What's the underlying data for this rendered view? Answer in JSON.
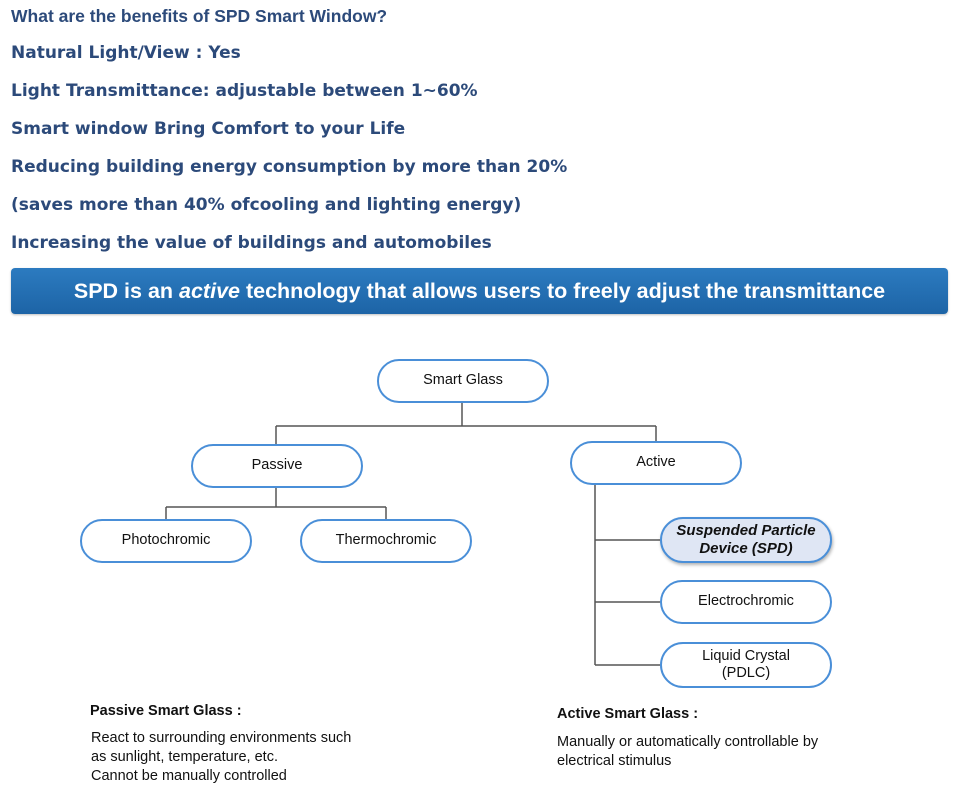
{
  "heading_lines": [
    "What are the benefits of SPD Smart Window?",
    "Natural Light/View : Yes",
    "Light Transmittance: adjustable between 1~60%",
    "Smart window Bring Comfort to your Life",
    "Reducing building energy consumption by more than 20%",
    "(saves more than 40% ofcooling and lighting energy)",
    "Increasing the value of buildings and automobiles"
  ],
  "banner": {
    "before": "SPD is an ",
    "emphasis": "active",
    "after": " technology that allows users to freely adjust the transmittance"
  },
  "diagram": {
    "root": "Smart Glass",
    "passive": "Passive",
    "active": "Active",
    "passive_children": [
      "Photochromic",
      "Thermochromic"
    ],
    "active_children": [
      "Suspended Particle\nDevice (SPD)",
      "Electrochromic",
      "Liquid Crystal\n(PDLC)"
    ]
  },
  "notes": {
    "passive_title": "Passive Smart Glass :",
    "passive_text": "React to surrounding environments such\nas sunlight, temperature, etc.\nCannot be manually controlled",
    "active_title": "Active Smart Glass :",
    "active_text": "Manually or automatically controllable by\nelectrical stimulus"
  },
  "colors": {
    "heading_text": "#2c4a7a",
    "banner_bg": "#1d64a6",
    "node_border": "#4a8fd8",
    "highlight_fill": "#dfe6f4",
    "connector": "#555555"
  }
}
